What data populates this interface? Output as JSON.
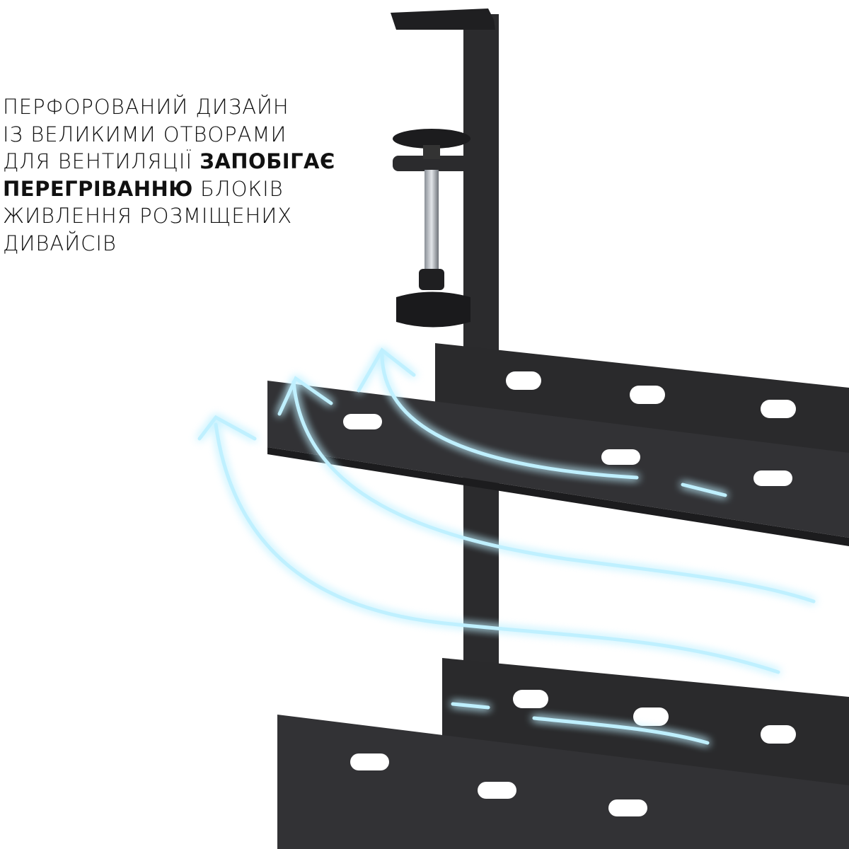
{
  "caption": {
    "line1": "ПЕРФОРОВАНИЙ ДИЗАЙН",
    "line2": "ІЗ ВЕЛИКИМИ ОТВОРАМИ",
    "line3_regular": "ДЛЯ ВЕНТИЛЯЦІЇ ",
    "line3_bold": "ЗАПОБІГАЄ",
    "line4_bold": "ПЕРЕГРІВАННЮ",
    "line4_regular": " БЛОКІВ",
    "line5": "ЖИВЛЕННЯ РОЗМІЩЕНИХ",
    "line6": "ДИВАЙСІВ"
  },
  "colors": {
    "metal": "#2b2b2d",
    "metal_edge": "#47474a",
    "airflow_glow": "#3fc6ee",
    "text": "#111111"
  }
}
